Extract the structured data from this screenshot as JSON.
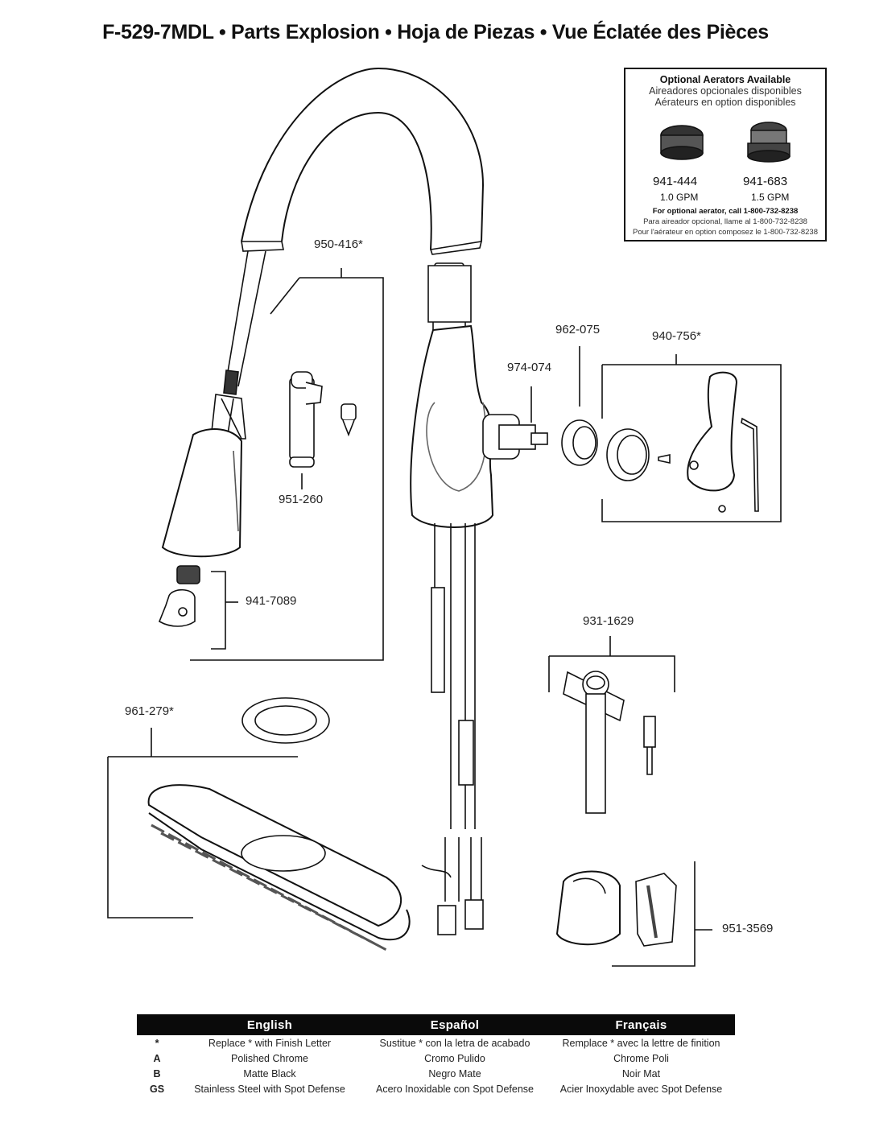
{
  "title": "F-529-7MDL  •  Parts Explosion  •  Hoja de Piezas  •  Vue Éclatée des Pièces",
  "parts": {
    "p950416": "950-416*",
    "p951260": "951-260",
    "p9417089": "941-7089",
    "p961279": "961-279*",
    "p974074": "974-074",
    "p962075": "962-075",
    "p940756": "940-756*",
    "p9311629": "931-1629",
    "p9513569": "951-3569"
  },
  "aerators": {
    "heading_en": "Optional Aerators Available",
    "heading_es": "Aireadores opcionales disponibles",
    "heading_fr": "Aérateurs en option disponibles",
    "a1_part": "941-444",
    "a1_flow": "1.0 GPM",
    "a2_part": "941-683",
    "a2_flow": "1.5 GPM",
    "call_en": "For optional aerator, call 1-800-732-8238",
    "call_es": "Para aireador opcional, llame al 1-800-732-8238",
    "call_fr": "Pour l'aérateur en option composez le 1-800-732-8238"
  },
  "legend": {
    "headers": [
      "English",
      "Español",
      "Français"
    ],
    "rows": [
      {
        "code": "*",
        "en": "Replace * with Finish Letter",
        "es": "Sustitue * con la letra de acabado",
        "fr": "Remplace * avec la lettre de finition"
      },
      {
        "code": "A",
        "en": "Polished Chrome",
        "es": "Cromo Pulido",
        "fr": "Chrome Poli"
      },
      {
        "code": "B",
        "en": "Matte Black",
        "es": "Negro Mate",
        "fr": "Noir Mat"
      },
      {
        "code": "GS",
        "en": "Stainless Steel with Spot Defense",
        "es": "Acero Inoxidable con Spot Defense",
        "fr": "Acier Inoxydable avec Spot Defense"
      }
    ]
  }
}
